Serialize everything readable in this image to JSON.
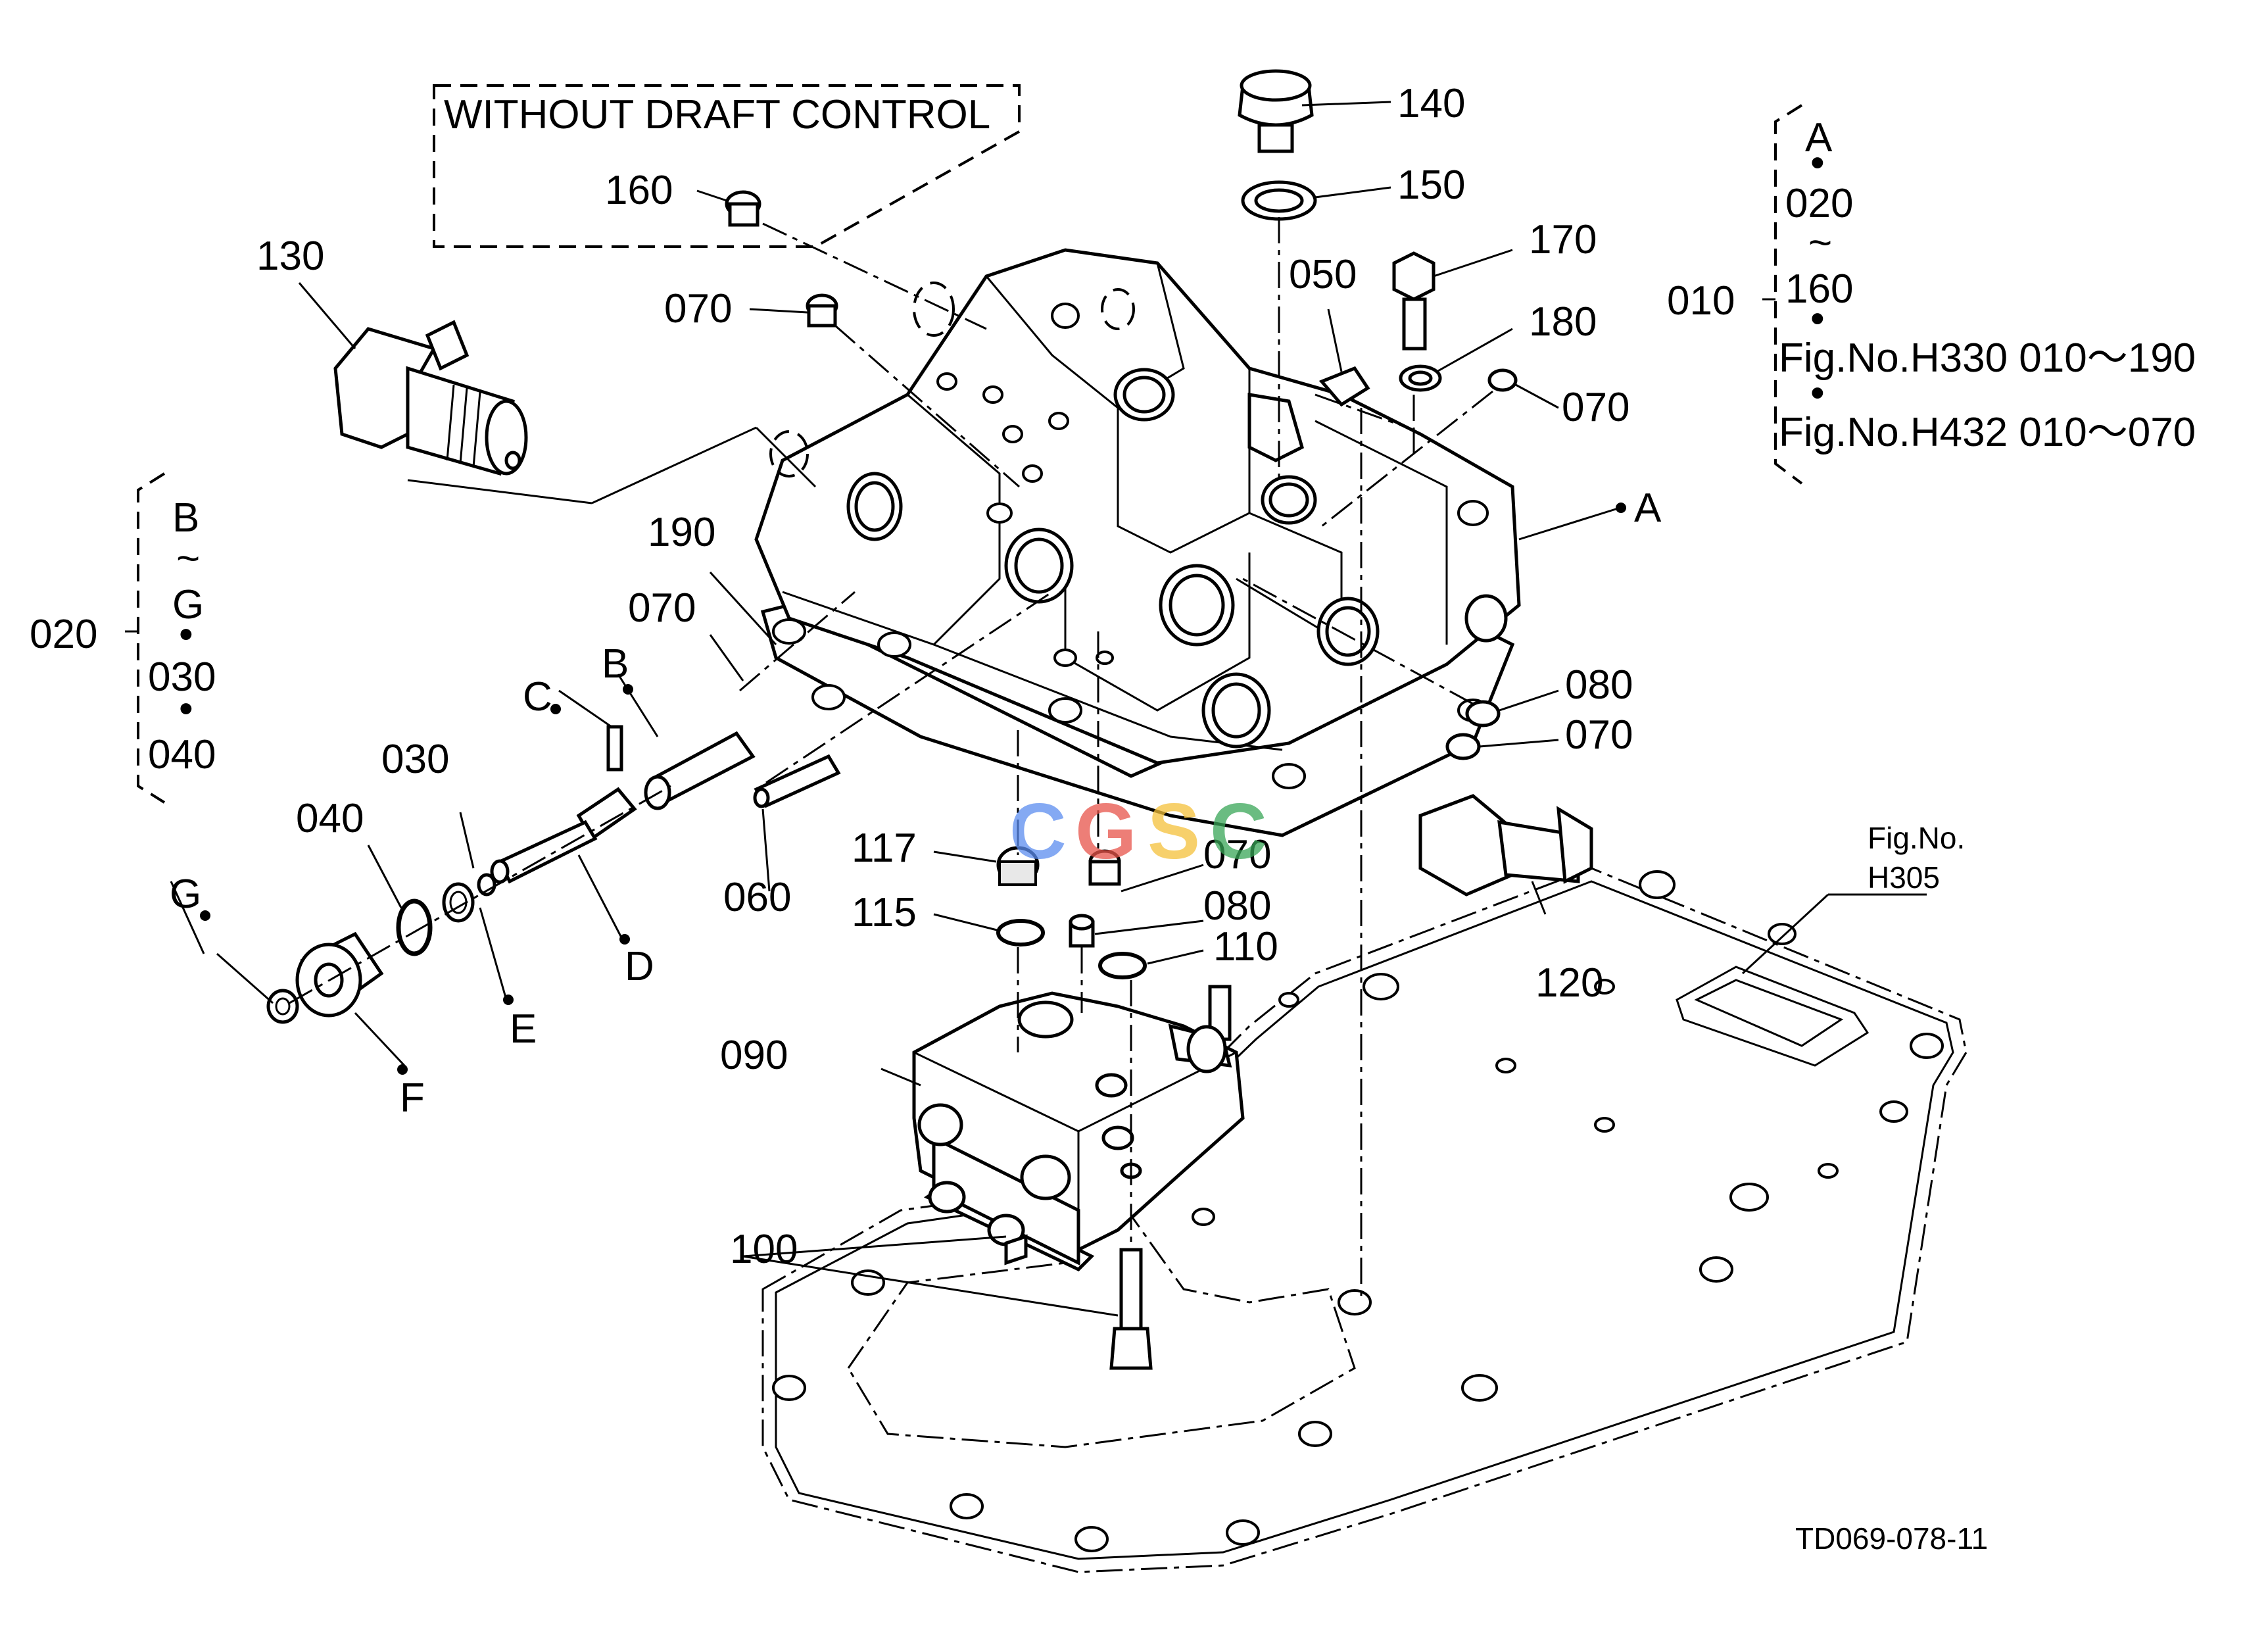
{
  "callout_box": {
    "title": "WITHOUT DRAFT CONTROL"
  },
  "part_numbers": {
    "p010": "010",
    "p020": "020",
    "p030": "030",
    "p040": "040",
    "p050": "050",
    "p060": "060",
    "p070": "070",
    "p080": "080",
    "p090": "090",
    "p100": "100",
    "p110": "110",
    "p115": "115",
    "p117": "117",
    "p120": "120",
    "p130": "130",
    "p140": "140",
    "p150": "150",
    "p160": "160",
    "p170": "170",
    "p180": "180",
    "p190": "190"
  },
  "point_labels": {
    "A": "A",
    "B": "B",
    "C": "C",
    "D": "D",
    "E": "E",
    "F": "F",
    "G": "G"
  },
  "group_010": {
    "line1": "A",
    "dot": "•",
    "line2": "020",
    "tilde": "~",
    "line3": "160",
    "line4": "Fig.No.H330  010～190",
    "line5": "Fig.No.H432  010～070"
  },
  "group_020": {
    "line1": "B",
    "tilde": "~",
    "line2": "G",
    "dot": "•",
    "line3": "030",
    "line4": "040"
  },
  "figure_ref": {
    "line1": "Fig.No.",
    "line2": "H305"
  },
  "watermark": {
    "letters": [
      "C",
      "G",
      "S",
      "C"
    ],
    "colors": [
      "#5b8def",
      "#e8544a",
      "#f5c13a",
      "#39a657"
    ]
  },
  "drawing_id": "TD069-078-11"
}
